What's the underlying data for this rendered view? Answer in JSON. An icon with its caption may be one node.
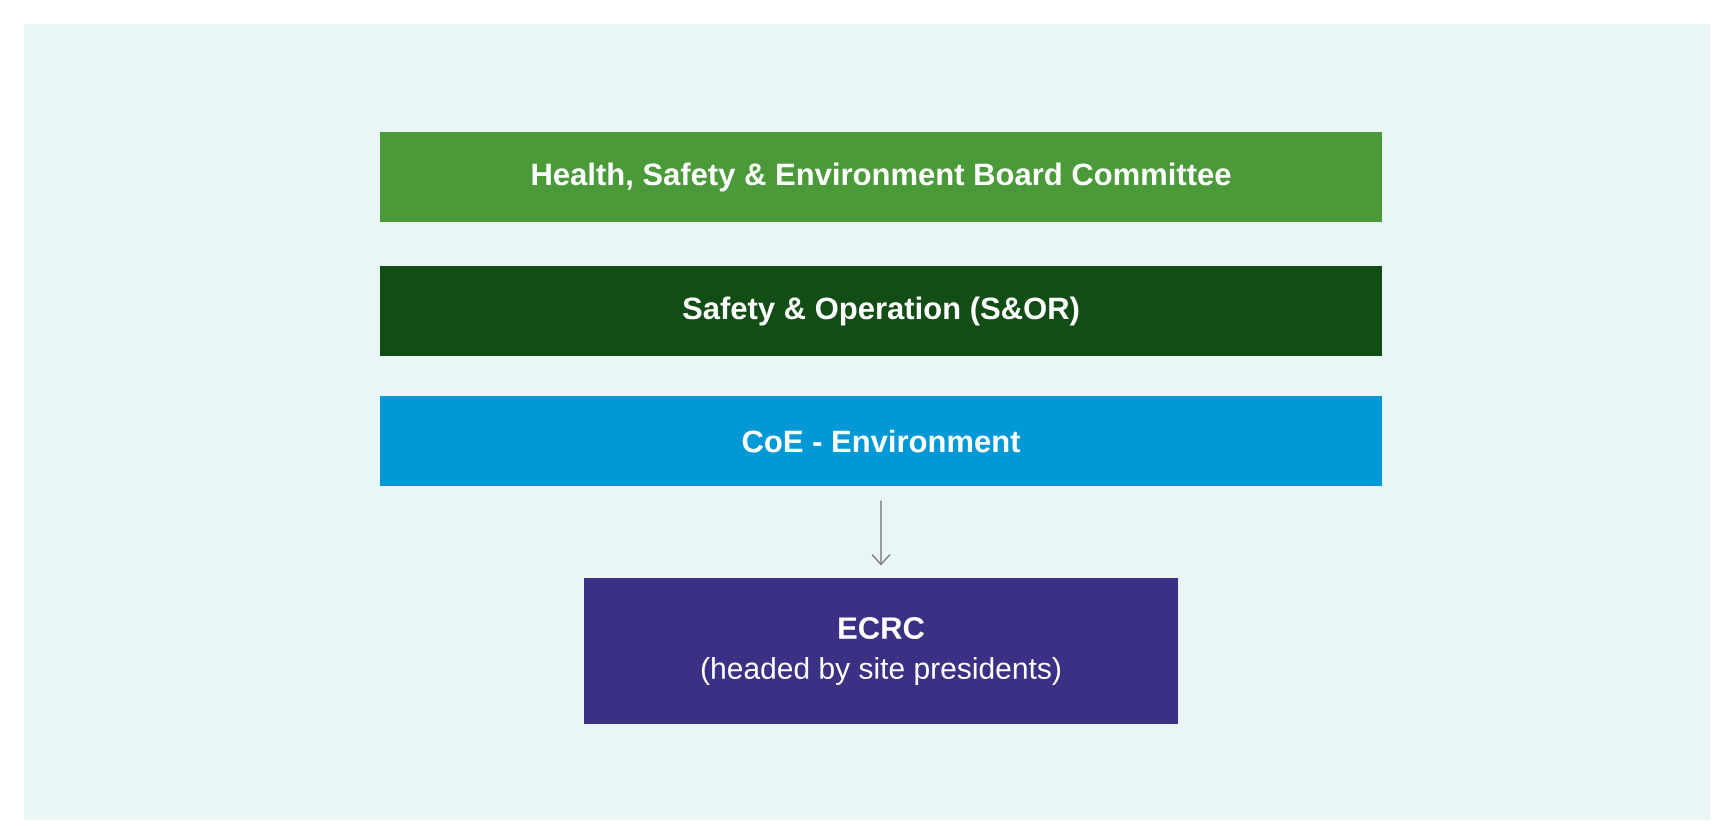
{
  "diagram": {
    "nodes": [
      {
        "text": [
          "Health, Safety & Environment Board Committee"
        ]
      },
      {
        "text": [
          "Safety & Operation (S&OR)"
        ]
      },
      {
        "text": [
          "CoE - Environment"
        ]
      },
      {
        "text": [
          "ECRC",
          "(headed by site presidents)"
        ]
      }
    ],
    "edges": [
      {
        "from": 2,
        "to": 3,
        "arrow": "to"
      }
    ]
  }
}
